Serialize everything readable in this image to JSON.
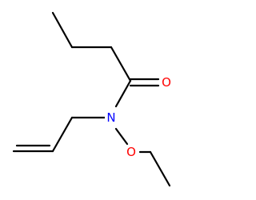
{
  "molecule": {
    "atoms": {
      "O_carbonyl": {
        "label": "O",
        "color": "#ff0000"
      },
      "N_amide": {
        "label": "N",
        "color": "#0000ff"
      },
      "O_ether": {
        "label": "O",
        "color": "#ff0000"
      }
    },
    "bond_color": "#000000"
  }
}
